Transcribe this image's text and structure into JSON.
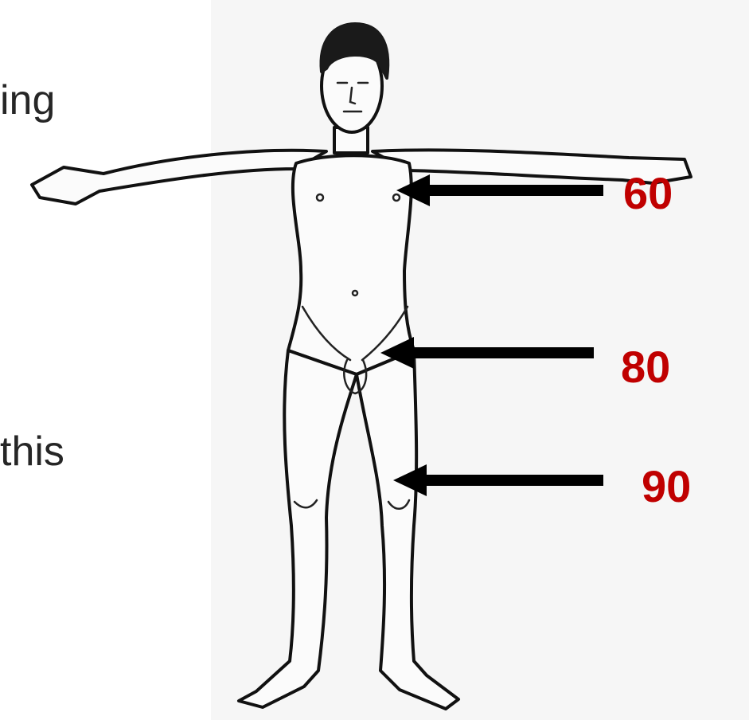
{
  "text_fragments": {
    "top": "ing",
    "bottom": "this"
  },
  "labels": {
    "chest": "60",
    "hip": "80",
    "knee": "90"
  },
  "colors": {
    "label": "#c00000",
    "arrow": "#000000",
    "figure_bg": "#f6f6f6"
  },
  "illustration": "standing-human-figure-arms-outstretched"
}
